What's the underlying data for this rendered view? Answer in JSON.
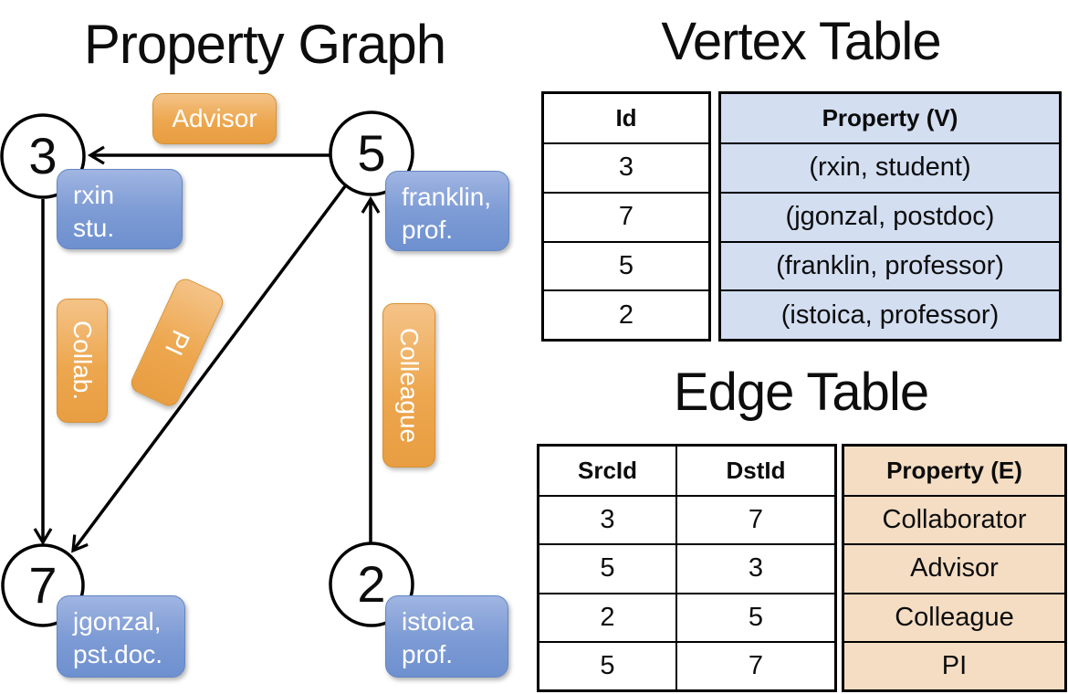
{
  "graph": {
    "title": "Property Graph",
    "nodes": {
      "n3": "3",
      "n5": "5",
      "n7": "7",
      "n2": "2"
    },
    "vertex_labels": {
      "rxin": {
        "line1": "rxin",
        "line2": "stu."
      },
      "franklin": {
        "line1": "franklin,",
        "line2": "prof."
      },
      "jgonzal": {
        "line1": "jgonzal,",
        "line2": "pst.doc."
      },
      "istoica": {
        "line1": "istoica",
        "line2": "prof."
      }
    },
    "edge_labels": {
      "advisor": "Advisor",
      "collab": "Collab.",
      "pi": "PI",
      "colleague": "Colleague"
    }
  },
  "vertex_table": {
    "title": "Vertex Table",
    "headers": {
      "id": "Id",
      "property": "Property (V)"
    },
    "rows": [
      {
        "id": "3",
        "property": "(rxin, student)"
      },
      {
        "id": "7",
        "property": "(jgonzal, postdoc)"
      },
      {
        "id": "5",
        "property": "(franklin, professor)"
      },
      {
        "id": "2",
        "property": "(istoica, professor)"
      }
    ]
  },
  "edge_table": {
    "title": "Edge Table",
    "headers": {
      "src": "SrcId",
      "dst": "DstId",
      "property": "Property (E)"
    },
    "rows": [
      {
        "src": "3",
        "dst": "7",
        "property": "Collaborator"
      },
      {
        "src": "5",
        "dst": "3",
        "property": "Advisor"
      },
      {
        "src": "2",
        "dst": "5",
        "property": "Colleague"
      },
      {
        "src": "5",
        "dst": "7",
        "property": "PI"
      }
    ]
  },
  "colors": {
    "vertex_property_fill": "#d3def1",
    "edge_property_fill": "#f4ddc3",
    "node_property_blue": "#7d9bd4",
    "edge_label_orange": "#eda74f",
    "line_black": "#000000"
  }
}
